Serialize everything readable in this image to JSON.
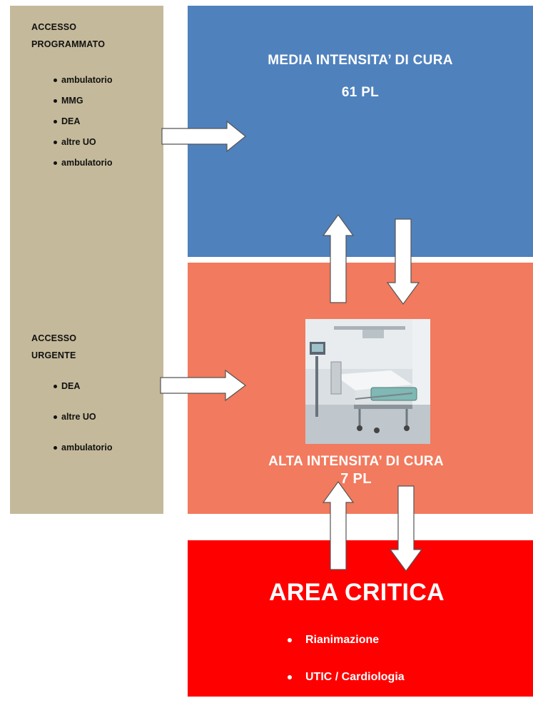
{
  "accesso_programmato": {
    "title": "ACCESSO\nPROGRAMMATO",
    "items": [
      "ambulatorio",
      "MMG",
      "DEA",
      "altre  UO",
      "ambulatorio"
    ]
  },
  "accesso_urgente": {
    "title": "ACCESSO\nURGENTE",
    "items": [
      "DEA",
      "altre  UO",
      "ambulatorio"
    ]
  },
  "media": {
    "title": "MEDIA INTENSITA’ DI CURA",
    "beds": "61 PL"
  },
  "alta": {
    "title": "ALTA  INTENSITA’ DI CURA",
    "beds": "7 PL"
  },
  "area_critica": {
    "title": "AREA  CRITICA",
    "items": [
      "Rianimazione",
      "UTIC / Cardiologia"
    ]
  },
  "colors": {
    "accesso_panel": "#c4b99a",
    "media": "#4f81bd",
    "alta": "#f27a5e",
    "critica": "#fe0000"
  }
}
